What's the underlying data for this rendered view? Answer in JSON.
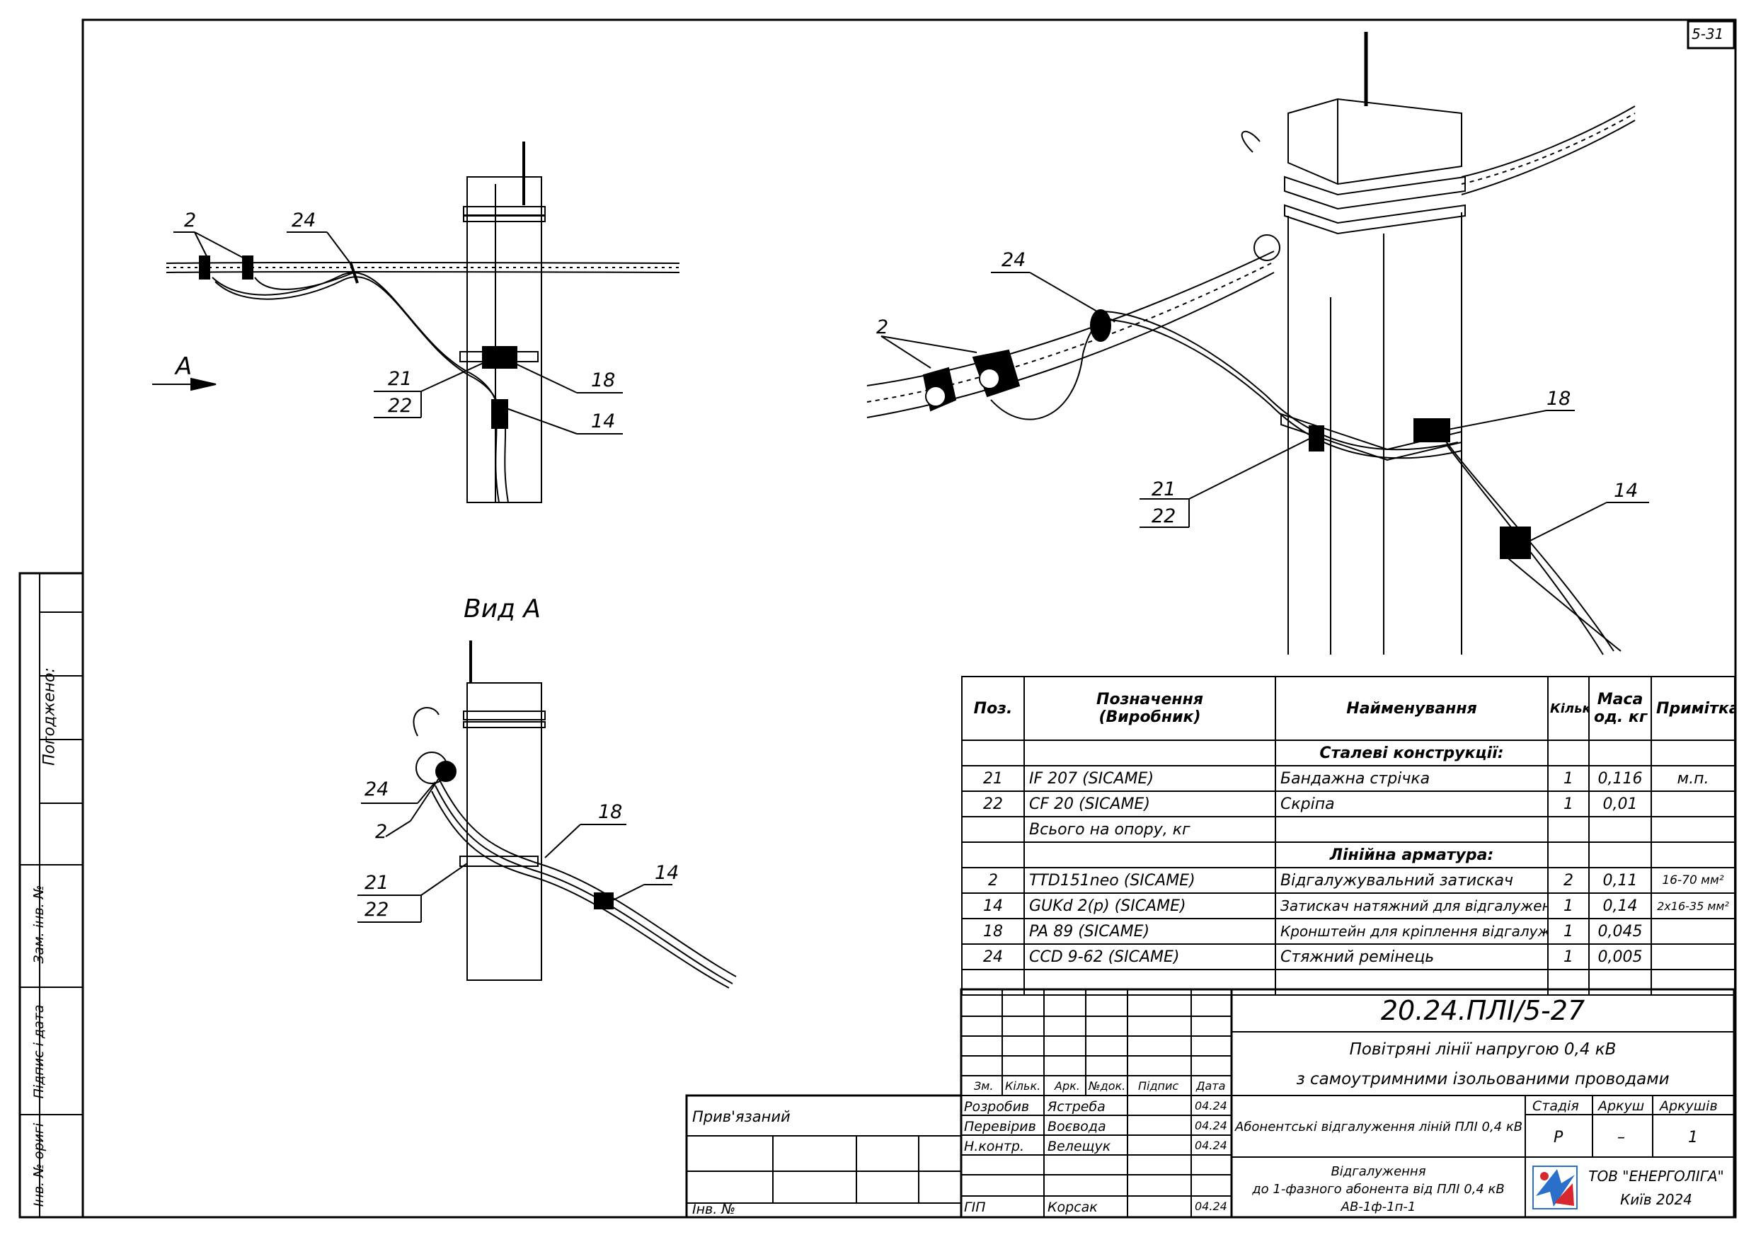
{
  "sheet_number": "5-31",
  "side_stamp": {
    "approved": "Погоджено:",
    "inv_repl": "Зам. інв. №",
    "sign_date": "Підпис і дата",
    "inv_orig": "Інв. № оригі"
  },
  "views": {
    "view_a_title": "Вид А",
    "arrow_label": "А"
  },
  "callouts": {
    "p2": "2",
    "p14": "14",
    "p18": "18",
    "p21": "21",
    "p22": "22",
    "p24": "24"
  },
  "spec_table": {
    "headers": {
      "pos": "Поз.",
      "designation_1": "Позначення",
      "designation_2": "(Виробник)",
      "name": "Найменування",
      "qty": "Кільк.",
      "mass_1": "Маса",
      "mass_2": "од. кг",
      "note": "Примітка"
    },
    "section_steel": "Сталеві конструкції:",
    "section_line": "Лінійна арматура:",
    "rows_steel": [
      {
        "pos": "21",
        "designation": "IF 207   (SICAME)",
        "name": "Бандажна стрічка",
        "qty": "1",
        "mass": "0,116",
        "note": "м.п."
      },
      {
        "pos": "22",
        "designation": "CF 20   (SICAME)",
        "name": "Скріпа",
        "qty": "1",
        "mass": "0,01",
        "note": ""
      }
    ],
    "total_row": "Всього на опору, кг",
    "rows_line": [
      {
        "pos": "2",
        "designation": "TTD151neo   (SICAME)",
        "name": "Відгалужувальний затискач",
        "qty": "2",
        "mass": "0,11",
        "note": "16-70 мм²"
      },
      {
        "pos": "14",
        "designation": "GUKd 2(p)   (SICAME)",
        "name": "Затискач натяжний для відгалужень",
        "qty": "1",
        "mass": "0,14",
        "note": "2x16-35 мм²"
      },
      {
        "pos": "18",
        "designation": "PA 89   (SICAME)",
        "name": "Кронштейн для кріплення відгалужень",
        "qty": "1",
        "mass": "0,045",
        "note": ""
      },
      {
        "pos": "24",
        "designation": "CCD 9-62   (SICAME)",
        "name": "Стяжний ремінець",
        "qty": "1",
        "mass": "0,005",
        "note": ""
      }
    ]
  },
  "title_block": {
    "code": "20.24.ПЛІ/5-27",
    "title_line1": "Повітряні лінії напругою 0,4 кВ",
    "title_line2": "з самоутримними ізольованими проводами",
    "subtitle": "Абонентські відгалуження ліній ПЛІ 0,4 кВ",
    "col_headers": [
      "Зм.",
      "Кільк.",
      "Арк.",
      "№док.",
      "Підпис",
      "Дата"
    ],
    "stage_label": "Стадія",
    "sheet_label": "Аркуш",
    "sheets_label": "Аркушів",
    "stage": "Р",
    "sheet": "–",
    "sheets": "1",
    "roles": [
      {
        "role": "Розробив",
        "name": "Ястреба",
        "date": "04.24"
      },
      {
        "role": "Перевірив",
        "name": "Воєвода",
        "date": "04.24"
      },
      {
        "role": "Н.контр.",
        "name": "Велещук",
        "date": "04.24"
      },
      {
        "role": "ГІП",
        "name": "Корсак",
        "date": "04.24"
      }
    ],
    "drawing_name_1": "Відгалуження",
    "drawing_name_2": "до 1-фазного абонента від ПЛІ 0,4 кВ",
    "drawing_name_3": "АВ-1ф-1п-1",
    "company": "ТОВ \"ЕНЕРГОЛІГА\"",
    "city_year": "Київ 2024",
    "linked": "Прив'язаний",
    "inv_no": "Інв. №"
  },
  "colors": {
    "ink": "#000000",
    "logo_blue": "#2a6fc9",
    "logo_red": "#d8282f"
  }
}
